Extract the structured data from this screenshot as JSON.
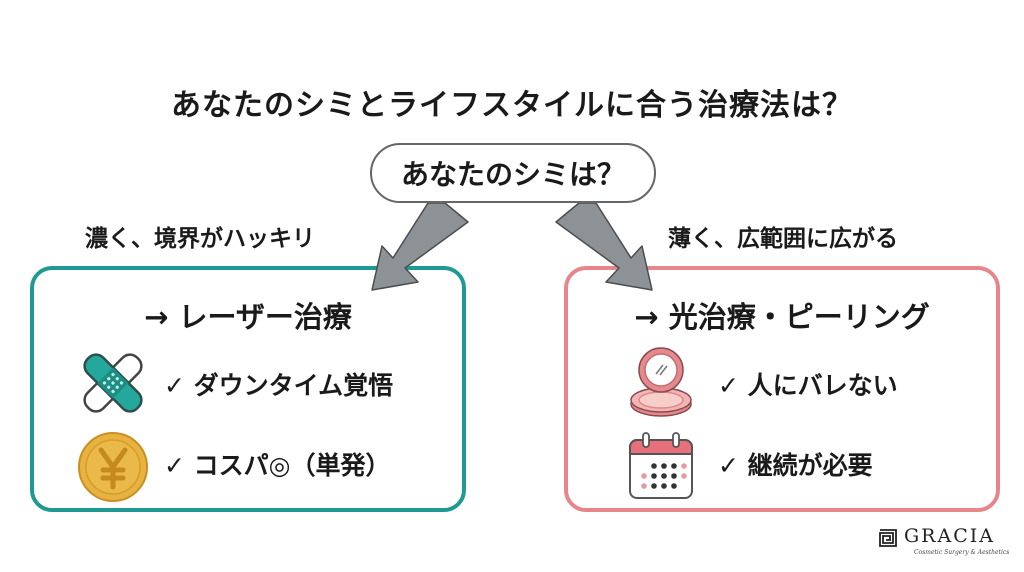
{
  "title": "あなたのシミとライフスタイルに合う治療法は？",
  "question": "あなたのシミは？",
  "branches": {
    "left": {
      "condition": "濃く、境界がハッキリ",
      "heading": "→ レーザー治療",
      "items": [
        {
          "icon": "bandage-icon",
          "text": "✓ ダウンタイム覚悟"
        },
        {
          "icon": "yen-coin-icon",
          "text": "✓ コスパ◎（単発）"
        }
      ],
      "color": "#1f9a92"
    },
    "right": {
      "condition": "薄く、広範囲に広がる",
      "heading": "→ 光治療・ピーリング",
      "items": [
        {
          "icon": "compact-mirror-icon",
          "text": "✓ 人にバレない"
        },
        {
          "icon": "calendar-icon",
          "text": "✓ 継続が必要"
        }
      ],
      "color": "#e6868b"
    }
  },
  "logo": {
    "name": "GRACIA",
    "tagline": "Cosmetic Surgery & Aesthetics"
  }
}
